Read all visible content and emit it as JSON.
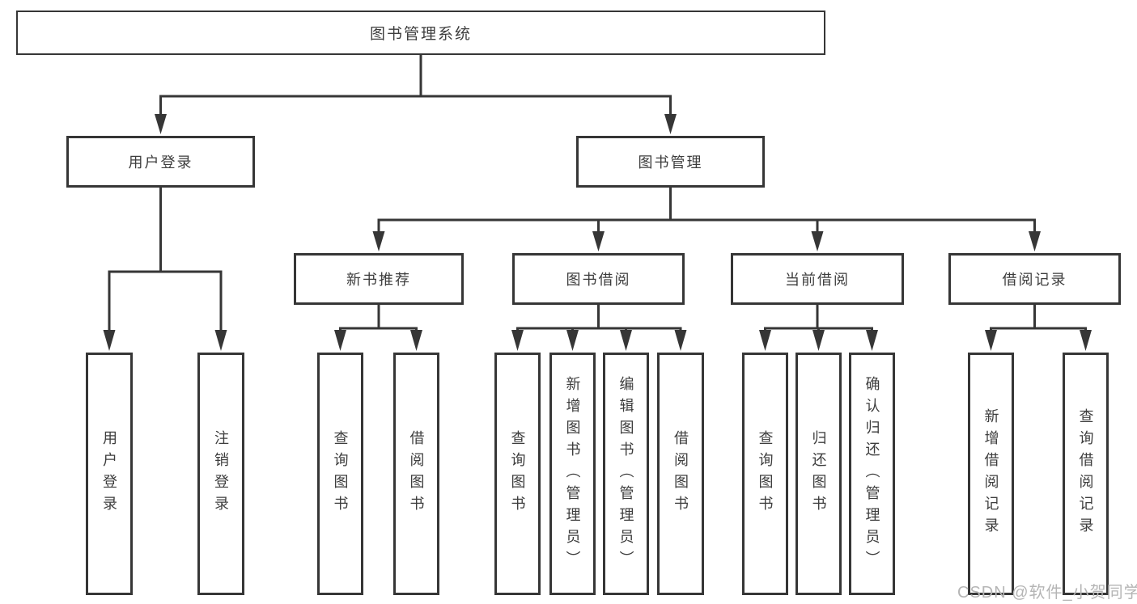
{
  "diagram": {
    "root": "图书管理系统",
    "level1": {
      "user_login": "用户登录",
      "book_management": "图书管理"
    },
    "level2": {
      "new_books": "新书推荐",
      "book_borrow": "图书借阅",
      "current_borrow": "当前借阅",
      "borrow_records": "借阅记录"
    },
    "leaves": {
      "user_login": [
        "用户登录",
        "注销登录"
      ],
      "new_books": [
        "查询图书",
        "借阅图书"
      ],
      "book_borrow": [
        "查询图书",
        "新增图书（管理员）",
        "编辑图书（管理员）",
        "借阅图书"
      ],
      "current_borrow": [
        "查询图书",
        "归还图书",
        "确认归还（管理员）"
      ],
      "borrow_records": [
        "新增借阅记录",
        "查询借阅记录"
      ]
    },
    "watermark": "CSDN @软件_小贺同学",
    "colors": {
      "line": "#363636",
      "text": "#3d3d3d",
      "watermark": "#b5b5b5",
      "background": "#ffffff"
    }
  }
}
